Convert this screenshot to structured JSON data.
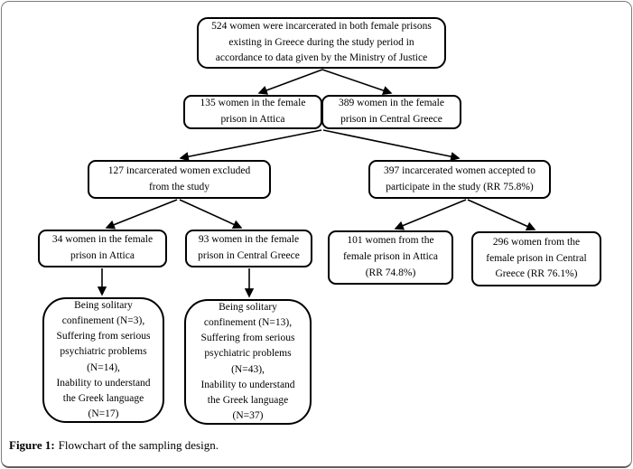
{
  "figure": {
    "caption_label": "Figure 1:",
    "caption_text": "Flowchart of the sampling design."
  },
  "flowchart": {
    "nodes": {
      "total_population": "524 women were incarcerated in both female prisons\nexisting in Greece during the study period in\naccordance to data given by the Ministry of Justice",
      "attica_prison": "135 women in the female\nprison in Attica",
      "central_greece_prison": "389 women in the female\nprison in Central Greece",
      "excluded": "127 incarcerated women excluded\nfrom the study",
      "accepted": "397 incarcerated women accepted to\nparticipate in the study (RR 75.8%)",
      "excluded_attica": "34 women in the female\nprison in Attica",
      "excluded_central": "93 women in the female\nprison in Central Greece",
      "accepted_attica": "101 women from the\nfemale prison in Attica\n(RR 74.8%)",
      "accepted_central": "296 women from the\nfemale prison in Central\nGreece (RR 76.1%)",
      "exclusion_reasons_attica": "Being solitary\nconfinement (N=3),\nSuffering from serious\npsychiatric problems\n(N=14),\nInability to understand\nthe Greek language\n(N=17)",
      "exclusion_reasons_central": "Being solitary\nconfinement (N=13),\nSuffering from serious\npsychiatric problems\n(N=43),\nInability to understand\nthe Greek language\n(N=37)"
    }
  },
  "colors": {
    "background": "#ffffff",
    "box_border": "#000000",
    "frame_border": "#7d7d7d",
    "text": "#000000"
  }
}
